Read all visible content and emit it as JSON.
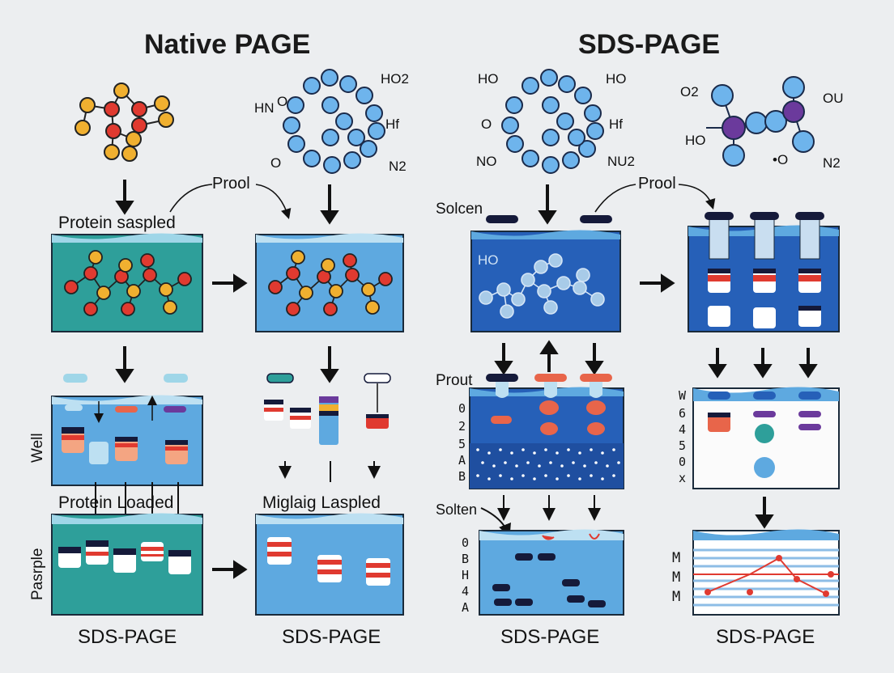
{
  "titles": {
    "left": "Native PAGE",
    "right": "SDS-PAGE"
  },
  "labels": {
    "prool_left": "Prool",
    "prool_right": "Prool",
    "protein_sampled": "Protein saspled",
    "solcen": "Solcen",
    "well": "Well",
    "prout": "Prout",
    "protein_loaded": "Protein Loaded",
    "miglaig": "Miglaig Laspled",
    "solten": "Solten",
    "pasrple": "Pasrple"
  },
  "molecule_labels": {
    "m2": [
      "O",
      "HN",
      "O",
      "HO2",
      "Hf",
      "N2"
    ],
    "m3": [
      "HO",
      "O",
      "NO",
      "HO",
      "Hf",
      "NU2"
    ],
    "m4": [
      "O2",
      "HO",
      "OU",
      "•O",
      "N2"
    ],
    "tank_ho": "HO"
  },
  "gel_markers": {
    "prout_gel": [
      "0",
      "2",
      "5",
      "A",
      "B"
    ],
    "right_gel": [
      "W",
      "6",
      "4",
      "5",
      "0",
      "x"
    ],
    "solten_gel": [
      "0",
      "B",
      "H",
      "4",
      "A"
    ],
    "chart_gel": [
      "M",
      "M",
      "M"
    ]
  },
  "footers": [
    "SDS-PAGE",
    "SDS-PAGE",
    "SDS-PAGE",
    "SDS-PAGE"
  ],
  "colors": {
    "teal": "#2e9f9a",
    "light_blue": "#5ea9e0",
    "dark_blue": "#2660b8",
    "red": "#e03a30",
    "yellow": "#f0b030",
    "navy": "#151a3a",
    "mol_blue": "#6eb4ec",
    "purple": "#6b3a9c"
  }
}
